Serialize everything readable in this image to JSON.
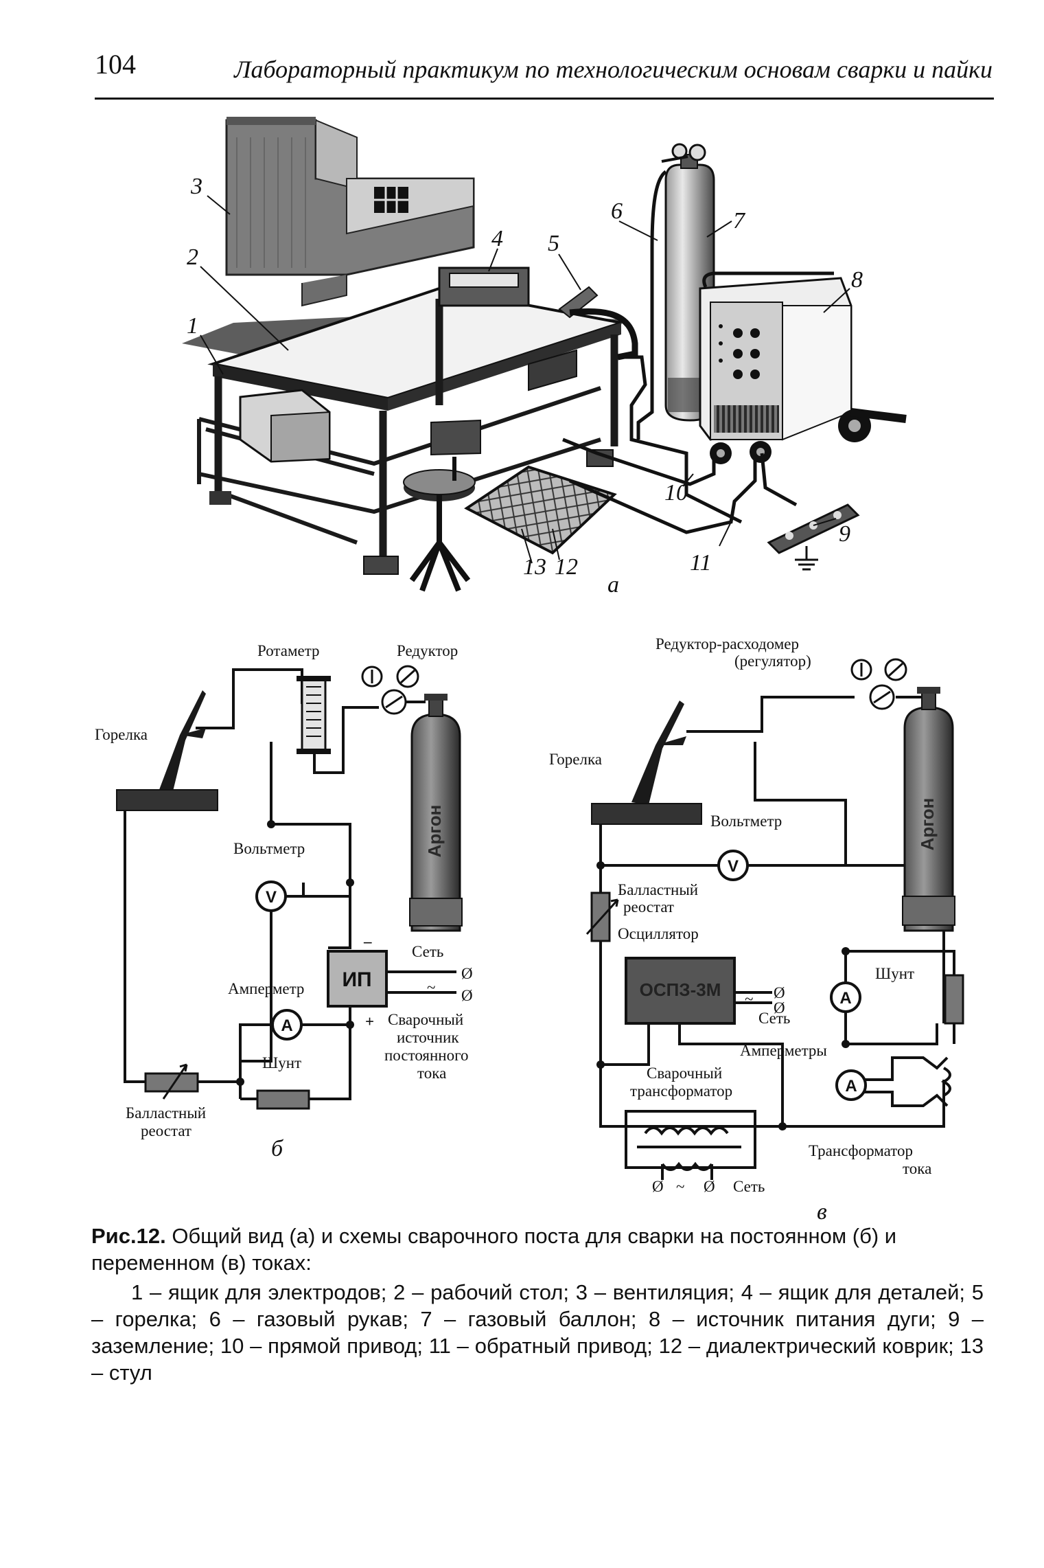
{
  "header": {
    "page_number": "104",
    "running_title": "Лабораторный практикум по технологическим основам сварки и пайки"
  },
  "figure_a": {
    "callouts": [
      "1",
      "2",
      "3",
      "4",
      "5",
      "6",
      "7",
      "8",
      "9",
      "10",
      "11",
      "12",
      "13"
    ],
    "panel_letter": "а"
  },
  "figure_b": {
    "rotameter": "Ротаметр",
    "reducer": "Редуктор",
    "torch": "Горелка",
    "voltmeter": "Вольтметр",
    "voltmeter_symbol": "V",
    "cylinder": "Аргон",
    "power_unit": "ИП",
    "minus": "–",
    "plus": "+",
    "network": "Сеть",
    "ac_symbol": "~",
    "terminal": "Ø",
    "ammeter": "Амперметр",
    "ammeter_symbol": "A",
    "source_lines": [
      "Сварочный",
      "источник",
      "постоянного",
      "тока"
    ],
    "shunt": "Шунт",
    "rheostat_lines": [
      "Балластный",
      "реостат"
    ],
    "panel_letter": "б"
  },
  "figure_c": {
    "reducer_lines": [
      "Редуктор-расходомер",
      "(регулятор)"
    ],
    "torch": "Горелка",
    "voltmeter": "Вольтметр",
    "voltmeter_symbol": "V",
    "cylinder": "Аргон",
    "rheostat_lines": [
      "Балластный",
      "реостат"
    ],
    "oscillator": "Осциллятор",
    "oscillator_model": "ОСПЗ-3М",
    "network": "Сеть",
    "ac_symbol": "~",
    "terminal": "Ø",
    "shunt": "Шунт",
    "ammeter_symbol": "A",
    "ammeters": "Амперметры",
    "transformer_lines": [
      "Сварочный",
      "трансформатор"
    ],
    "current_transformer_lines": [
      "Трансформатор",
      "тока"
    ],
    "panel_letter": "в"
  },
  "caption": {
    "label": "Рис.12.",
    "title": "Общий вид (а) и схемы сварочного поста для сварки на постоянном (б) и переменном (в) токах:",
    "legend": "1 – ящик для электродов; 2 – рабочий стол; 3 – вентиляция; 4 – ящик для деталей; 5 – горелка; 6 – газовый рукав; 7 – газовый баллон; 8 – источник питания дуги; 9 – заземление; 10 – прямой привод; 11 – обратный привод; 12 – диалектрический коврик; 13 – стул"
  }
}
